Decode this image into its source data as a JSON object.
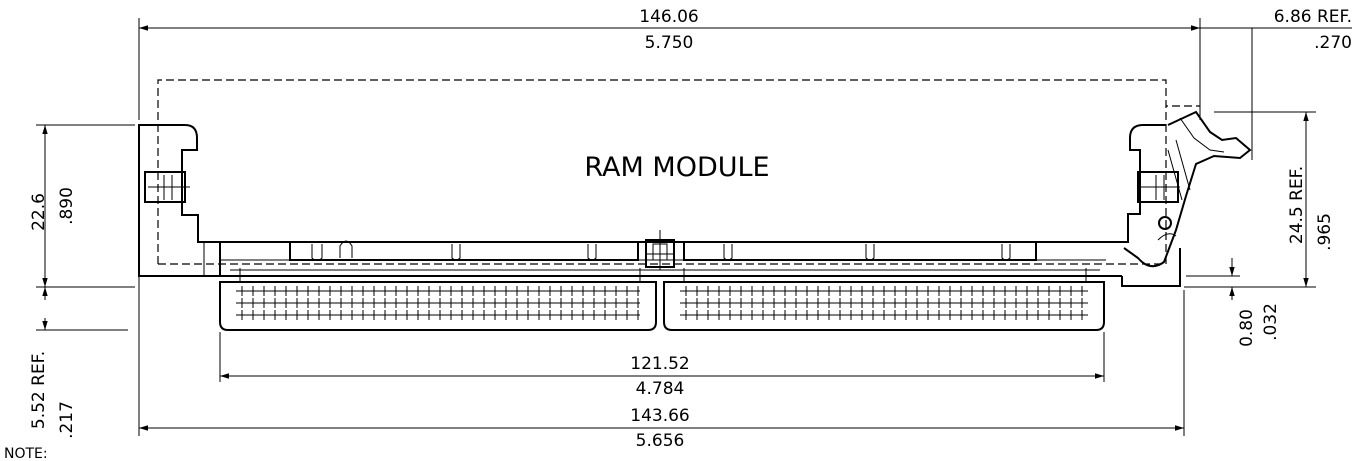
{
  "module_label": "RAM MODULE",
  "note_label": "NOTE:",
  "dimensions": {
    "overall_width": {
      "mm": "146.06",
      "inch": "5.750"
    },
    "latch_offset": {
      "mm": "6.86 REF.",
      "inch": ".270"
    },
    "left_height": {
      "mm": "22.6",
      "inch": ".890"
    },
    "right_height": {
      "mm": "24.5 REF.",
      "inch": ".965"
    },
    "pin_gap": {
      "mm": "0.80",
      "inch": ".032"
    },
    "pcb_depth": {
      "mm": "5.52 REF.",
      "inch": ".217"
    },
    "contact_span": {
      "mm": "121.52",
      "inch": "4.784"
    },
    "housing_width": {
      "mm": "143.66",
      "inch": "5.656"
    }
  }
}
